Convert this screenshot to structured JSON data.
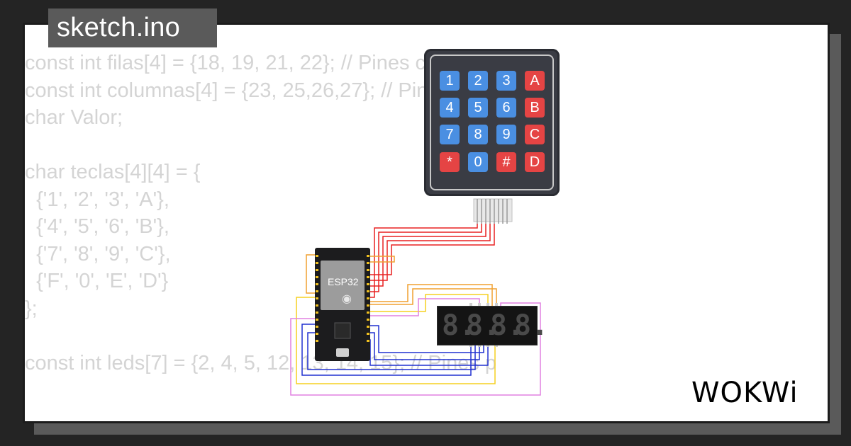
{
  "tab": {
    "filename": "sketch.ino"
  },
  "code": {
    "text": "const int filas[4] = {18, 19, 21, 22}; // Pines conectado\nconst int columnas[4] = {23, 25,26,27}; // Pines conectad\nchar Valor;\n\nchar teclas[4][4] = {\n  {'1', '2', '3', 'A'},\n  {'4', '5', '6', 'B'},\n  {'7', '8', '9', 'C'},\n  {'F', '0', 'E', 'D'}\n};\n\nconst int leds[7] = {2, 4, 5, 12, 13, 14, 15}; // Pines p"
  },
  "keypad": {
    "keys": [
      "1",
      "2",
      "3",
      "A",
      "4",
      "5",
      "6",
      "B",
      "7",
      "8",
      "9",
      "C",
      "*",
      "0",
      "#",
      "D"
    ],
    "key_colors": {
      "digit": "#4a8fe2",
      "letter": "#e54444"
    }
  },
  "board": {
    "label": "ESP32",
    "icon": "espressif-logo-icon"
  },
  "display": {
    "digits": [
      "8.",
      "8.",
      "8.",
      "8."
    ]
  },
  "brand": {
    "logo": "WOKWi"
  },
  "colors": {
    "background": "#242424",
    "card": "#ffffff",
    "tab": "#5a5a5a",
    "code_text": "#d4d4d4",
    "wire_red": "#e82020",
    "wire_orange": "#f0a030",
    "wire_yellow": "#f5d020",
    "wire_blue": "#2030d0",
    "wire_pink": "#e080e0"
  }
}
